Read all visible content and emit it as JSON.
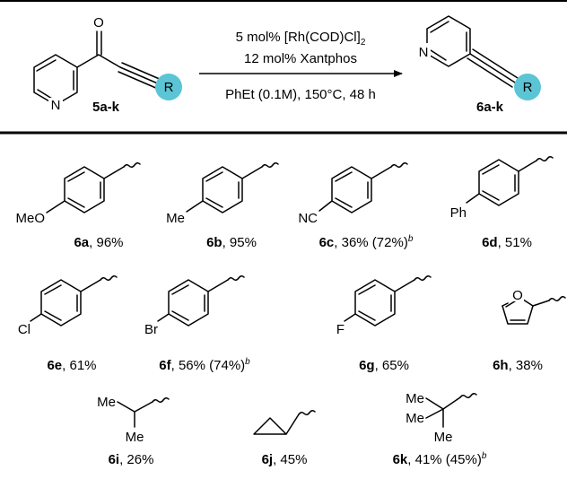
{
  "colors": {
    "r_group": "#5bc5d5",
    "ink": "#000000"
  },
  "reaction": {
    "starting_material": {
      "id": "5a-k",
      "carbonyl_O": "O",
      "ring_N": "N",
      "r_label": "R"
    },
    "conditions": {
      "line1_prefix": "5 mol% [Rh(COD)Cl]",
      "line1_sub": "2",
      "line2": "12 mol% Xantphos",
      "line3": "PhEt (0.1M), 150°C, 48 h"
    },
    "product": {
      "id": "6a-k",
      "ring_N": "N",
      "r_label": "R"
    }
  },
  "substituents": {
    "a": "MeO",
    "b": "Me",
    "c": "NC",
    "d": "Ph",
    "e": "Cl",
    "f": "Br",
    "g": "F",
    "h": "O",
    "i_top": "Me",
    "i_bottom": "Me",
    "k_top": "Me",
    "k_mid": "Me",
    "k_bottom": "Me"
  },
  "products": [
    {
      "id": "6a",
      "text": ", 96%",
      "sup": ""
    },
    {
      "id": "6b",
      "text": ", 95%",
      "sup": ""
    },
    {
      "id": "6c",
      "text": ", 36% (72%)",
      "sup": "b"
    },
    {
      "id": "6d",
      "text": ", 51%",
      "sup": ""
    },
    {
      "id": "6e",
      "text": ", 61%",
      "sup": ""
    },
    {
      "id": "6f",
      "text": ", 56% (74%)",
      "sup": "b"
    },
    {
      "id": "6g",
      "text": ", 65%",
      "sup": ""
    },
    {
      "id": "6h",
      "text": ", 38%",
      "sup": ""
    },
    {
      "id": "6i",
      "text": ", 26%",
      "sup": ""
    },
    {
      "id": "6j",
      "text": ", 45%",
      "sup": ""
    },
    {
      "id": "6k",
      "text": ", 41% (45%)",
      "sup": "b"
    }
  ]
}
